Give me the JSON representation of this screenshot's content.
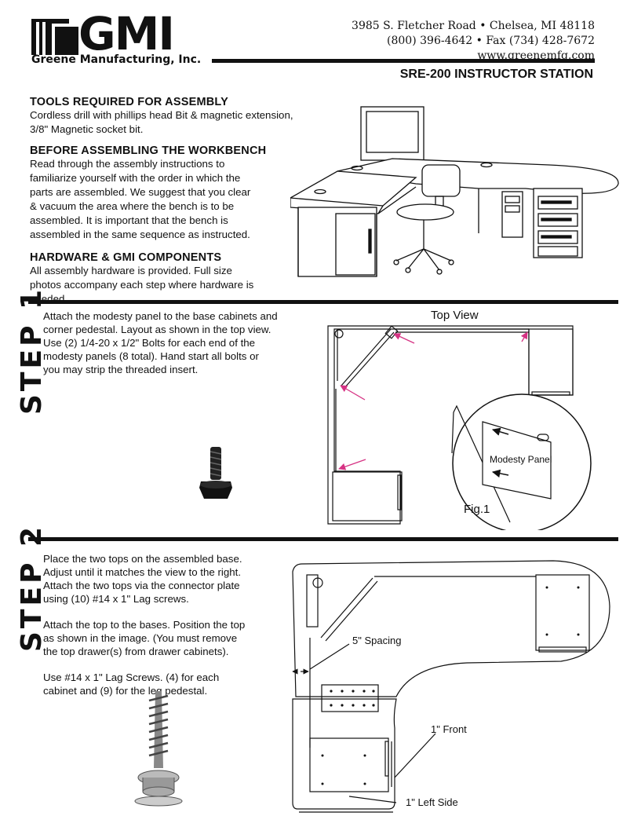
{
  "header": {
    "logo_text": "GMI",
    "company_name": "Greene Manufacturing, Inc.",
    "address_line": "3985 S. Fletcher Road • Chelsea, MI  48118",
    "phone_line": "(800) 396-4642 • Fax (734) 428-7672",
    "website": "www.greenemfg.com",
    "doc_title": "SRE-200 INSTRUCTOR STATION"
  },
  "intro": {
    "tools_heading": "TOOLS REQUIRED FOR ASSEMBLY",
    "tools_text": "Cordless drill with phillips head Bit & magnetic extension, 3/8\" Magnetic socket bit.",
    "before_heading": "BEFORE ASSEMBLING THE WORKBENCH",
    "before_text": "Read through the assembly instructions to familiarize yourself with the order in which the parts are assembled.  We suggest that you clear & vacuum the area where the bench is to be assembled.  It is important that the bench is assembled in the same sequence as instructed.",
    "hardware_heading": "HARDWARE & GMI COMPONENTS",
    "hardware_text": "All assembly hardware is provided.  Full size photos accompany each step where hardware is needed."
  },
  "step1": {
    "label": "STEP 1",
    "text": "Attach the modesty panel to the base cabinets and corner pedestal.  Layout as shown in the top view. Use (2) 1/4-20 x 1/2\" Bolts for each end of the modesty panels (8 total). Hand start all bolts or you may strip the threaded insert.",
    "top_view_label": "Top View",
    "detail_label": "Modesty Panel",
    "fig_label": "Fig.1"
  },
  "step2": {
    "label": "STEP 2",
    "paragraphs": [
      "Place the two tops on the assembled base. Adjust until it matches the view to the right.  Attach the two tops via the connector plate using (10) #14 x 1\" Lag screws.",
      "Attach the top to the bases.  Position the top as shown in the image.  (You must remove the top drawer(s) from drawer cabinets).",
      "Use #14 x 1\" Lag Screws. (4) for each cabinet and (9) for the leg pedestal."
    ],
    "spacing_label": "5\" Spacing",
    "front_label": "1\" Front",
    "left_side_label": "1\" Left Side"
  },
  "colors": {
    "arrow": "#d63384",
    "ink": "#111111"
  },
  "icons": [
    "gmi-logo-icon",
    "workstation-illustration",
    "bolt-photo",
    "lag-screw-photo",
    "arrow-icon"
  ]
}
